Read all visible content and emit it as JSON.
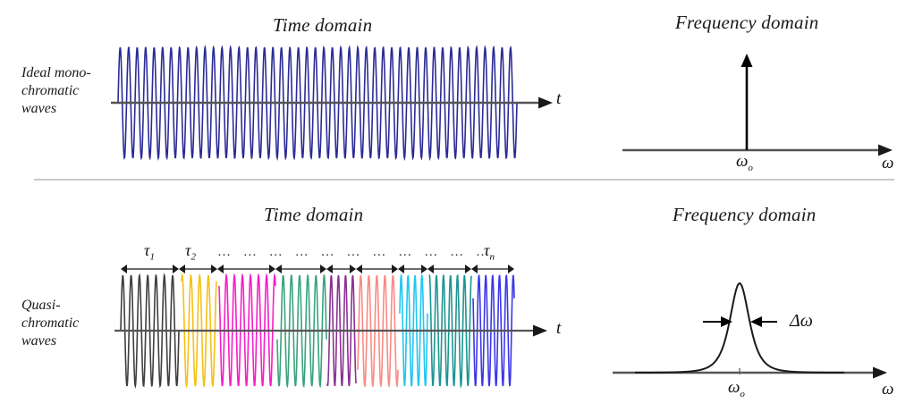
{
  "figure": {
    "description": "Time domain and frequency domain comparison of ideal monochromatic waves versus quasi-monochromatic waves",
    "background_color": "#ffffff",
    "divider_color": "#c9c9c9"
  },
  "panels": {
    "top": {
      "row_label": "Ideal mono-\nchromatic\nwaves",
      "row_label_lines": [
        "Ideal mono-",
        "chromatic",
        "waves"
      ],
      "time_domain": {
        "title": "Time domain",
        "axis_label": "t",
        "wave_color": "#2b2b96",
        "cycles": 47,
        "amplitude": 62
      },
      "frequency_domain": {
        "title": "Frequency domain",
        "axis_label": "ω",
        "peak_label": "ω",
        "peak_label_sub": "o",
        "spike_color": "#000000",
        "axis_color": "#555555",
        "spike_height": 95
      }
    },
    "bottom": {
      "row_label_lines": [
        "Quasi-",
        "chromatic",
        "waves"
      ],
      "time_domain": {
        "title": "Time domain",
        "axis_label": "t",
        "tau_first": {
          "symbol": "τ",
          "sub": "1"
        },
        "tau_second": {
          "symbol": "τ",
          "sub": "2"
        },
        "tau_last": {
          "symbol": "τ",
          "sub": "n"
        },
        "ellipsis": "…",
        "ellipsis_count": 11,
        "segments": [
          {
            "name": "segment-1",
            "color": "#3f3f3f",
            "start": 135,
            "end": 200,
            "cycles": 7
          },
          {
            "name": "segment-2",
            "color": "#f5c116",
            "start": 203,
            "end": 242,
            "cycles": 4
          },
          {
            "name": "segment-3",
            "color": "#f61ec8",
            "start": 245,
            "end": 308,
            "cycles": 7
          },
          {
            "name": "segment-4",
            "color": "#3aa37c",
            "start": 310,
            "end": 365,
            "cycles": 6
          },
          {
            "name": "segment-5",
            "color": "#8b3193",
            "start": 366,
            "end": 398,
            "cycles": 4
          },
          {
            "name": "segment-6",
            "color": "#f98a82",
            "start": 400,
            "end": 445,
            "cycles": 5
          },
          {
            "name": "segment-7",
            "color": "#22c6f0",
            "start": 447,
            "end": 478,
            "cycles": 4
          },
          {
            "name": "segment-8",
            "color": "#1d9490",
            "start": 480,
            "end": 527,
            "cycles": 6
          },
          {
            "name": "segment-9",
            "color": "#3b37e8",
            "start": 529,
            "end": 575,
            "cycles": 6
          }
        ],
        "tick_positions": [
          135,
          200,
          243,
          308,
          365,
          398,
          445,
          478,
          527,
          575
        ]
      },
      "frequency_domain": {
        "title": "Frequency domain",
        "axis_label": "ω",
        "peak_label": "ω",
        "peak_label_sub": "o",
        "width_label": "Δω",
        "curve_color": "#1a1a1a",
        "axis_color": "#555555",
        "peak_center": 827,
        "peak_height": 100,
        "fwhm": 28
      }
    }
  }
}
